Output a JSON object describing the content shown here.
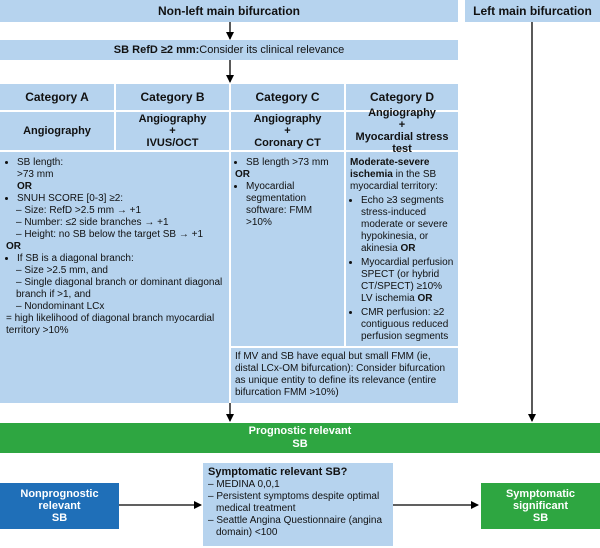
{
  "headers": {
    "non_left_main": "Non-left main bifurcation",
    "left_main": "Left main bifurcation"
  },
  "refd_bar": {
    "bold": "SB RefD ≥2 mm:",
    "rest": " Consider its clinical relevance"
  },
  "categories": [
    {
      "name": "Category A",
      "method_lines": [
        "Angiography"
      ]
    },
    {
      "name": "Category B",
      "method_lines": [
        "Angiography",
        "+",
        "IVUS/OCT"
      ]
    },
    {
      "name": "Category C",
      "method_lines": [
        "Angiography",
        "+",
        "Coronary CT"
      ]
    },
    {
      "name": "Category D",
      "method_lines": [
        "Angiography",
        "+",
        "Myocardial stress test"
      ]
    }
  ],
  "criteria_ab": {
    "b1a": "SB length:",
    "b1b": ">73 mm",
    "or1": "OR",
    "b2": "SNUH SCORE [0-3] ≥2:",
    "d1": "– Size: RefD >2.5 mm → +1",
    "d2": "– Number: ≤2 side branches → +1",
    "d3": "– Height: no SB below the target SB → +1",
    "or2": "OR",
    "b3": "If SB is a diagonal branch:",
    "d4": "– Size >2.5 mm, and",
    "d5": "– Single diagonal branch or dominant diagonal branch if >1, and",
    "d6": "– Nondominant LCx",
    "eq": "= high likelihood of diagonal branch myocardial territory >10%"
  },
  "criteria_c": {
    "b1": "SB length >73 mm",
    "or": "OR",
    "b2": "Myocardial segmentation software: FMM >10%"
  },
  "criteria_d": {
    "head_bold": "Moderate-severe ischemia",
    "head_rest": " in the SB myocardial territory:",
    "b1": "Echo ≥3 segments stress-induced moderate or severe hypokinesia, or akinesia",
    "or1": " OR",
    "b2": "Myocardial perfusion SPECT (or hybrid CT/SPECT) ≥10% LV ischemia",
    "or2": " OR",
    "b3": "CMR perfusion: ≥2 contiguous reduced perfusion segments"
  },
  "cd_note": "If MV and SB have equal but small FMM (ie, distal LCx-OM bifurcation): Consider bifurcation as unique entity to define its relevance (entire bifurcation FMM >10%)",
  "prognostic": {
    "line1": "Prognostic relevant",
    "line2": "SB"
  },
  "nonprognostic": {
    "line1": "Nonprognostic",
    "line2": "relevant",
    "line3": "SB"
  },
  "symptomatic_box": {
    "title": "Symptomatic relevant SB?",
    "i1": "– MEDINA 0,0,1",
    "i2": "– Persistent symptoms despite optimal medical treatment",
    "i3": "– Seattle Angina Questionnaire (angina domain) <100"
  },
  "symptomatic_sig": {
    "line1": "Symptomatic",
    "line2": "significant",
    "line3": "SB"
  }
}
